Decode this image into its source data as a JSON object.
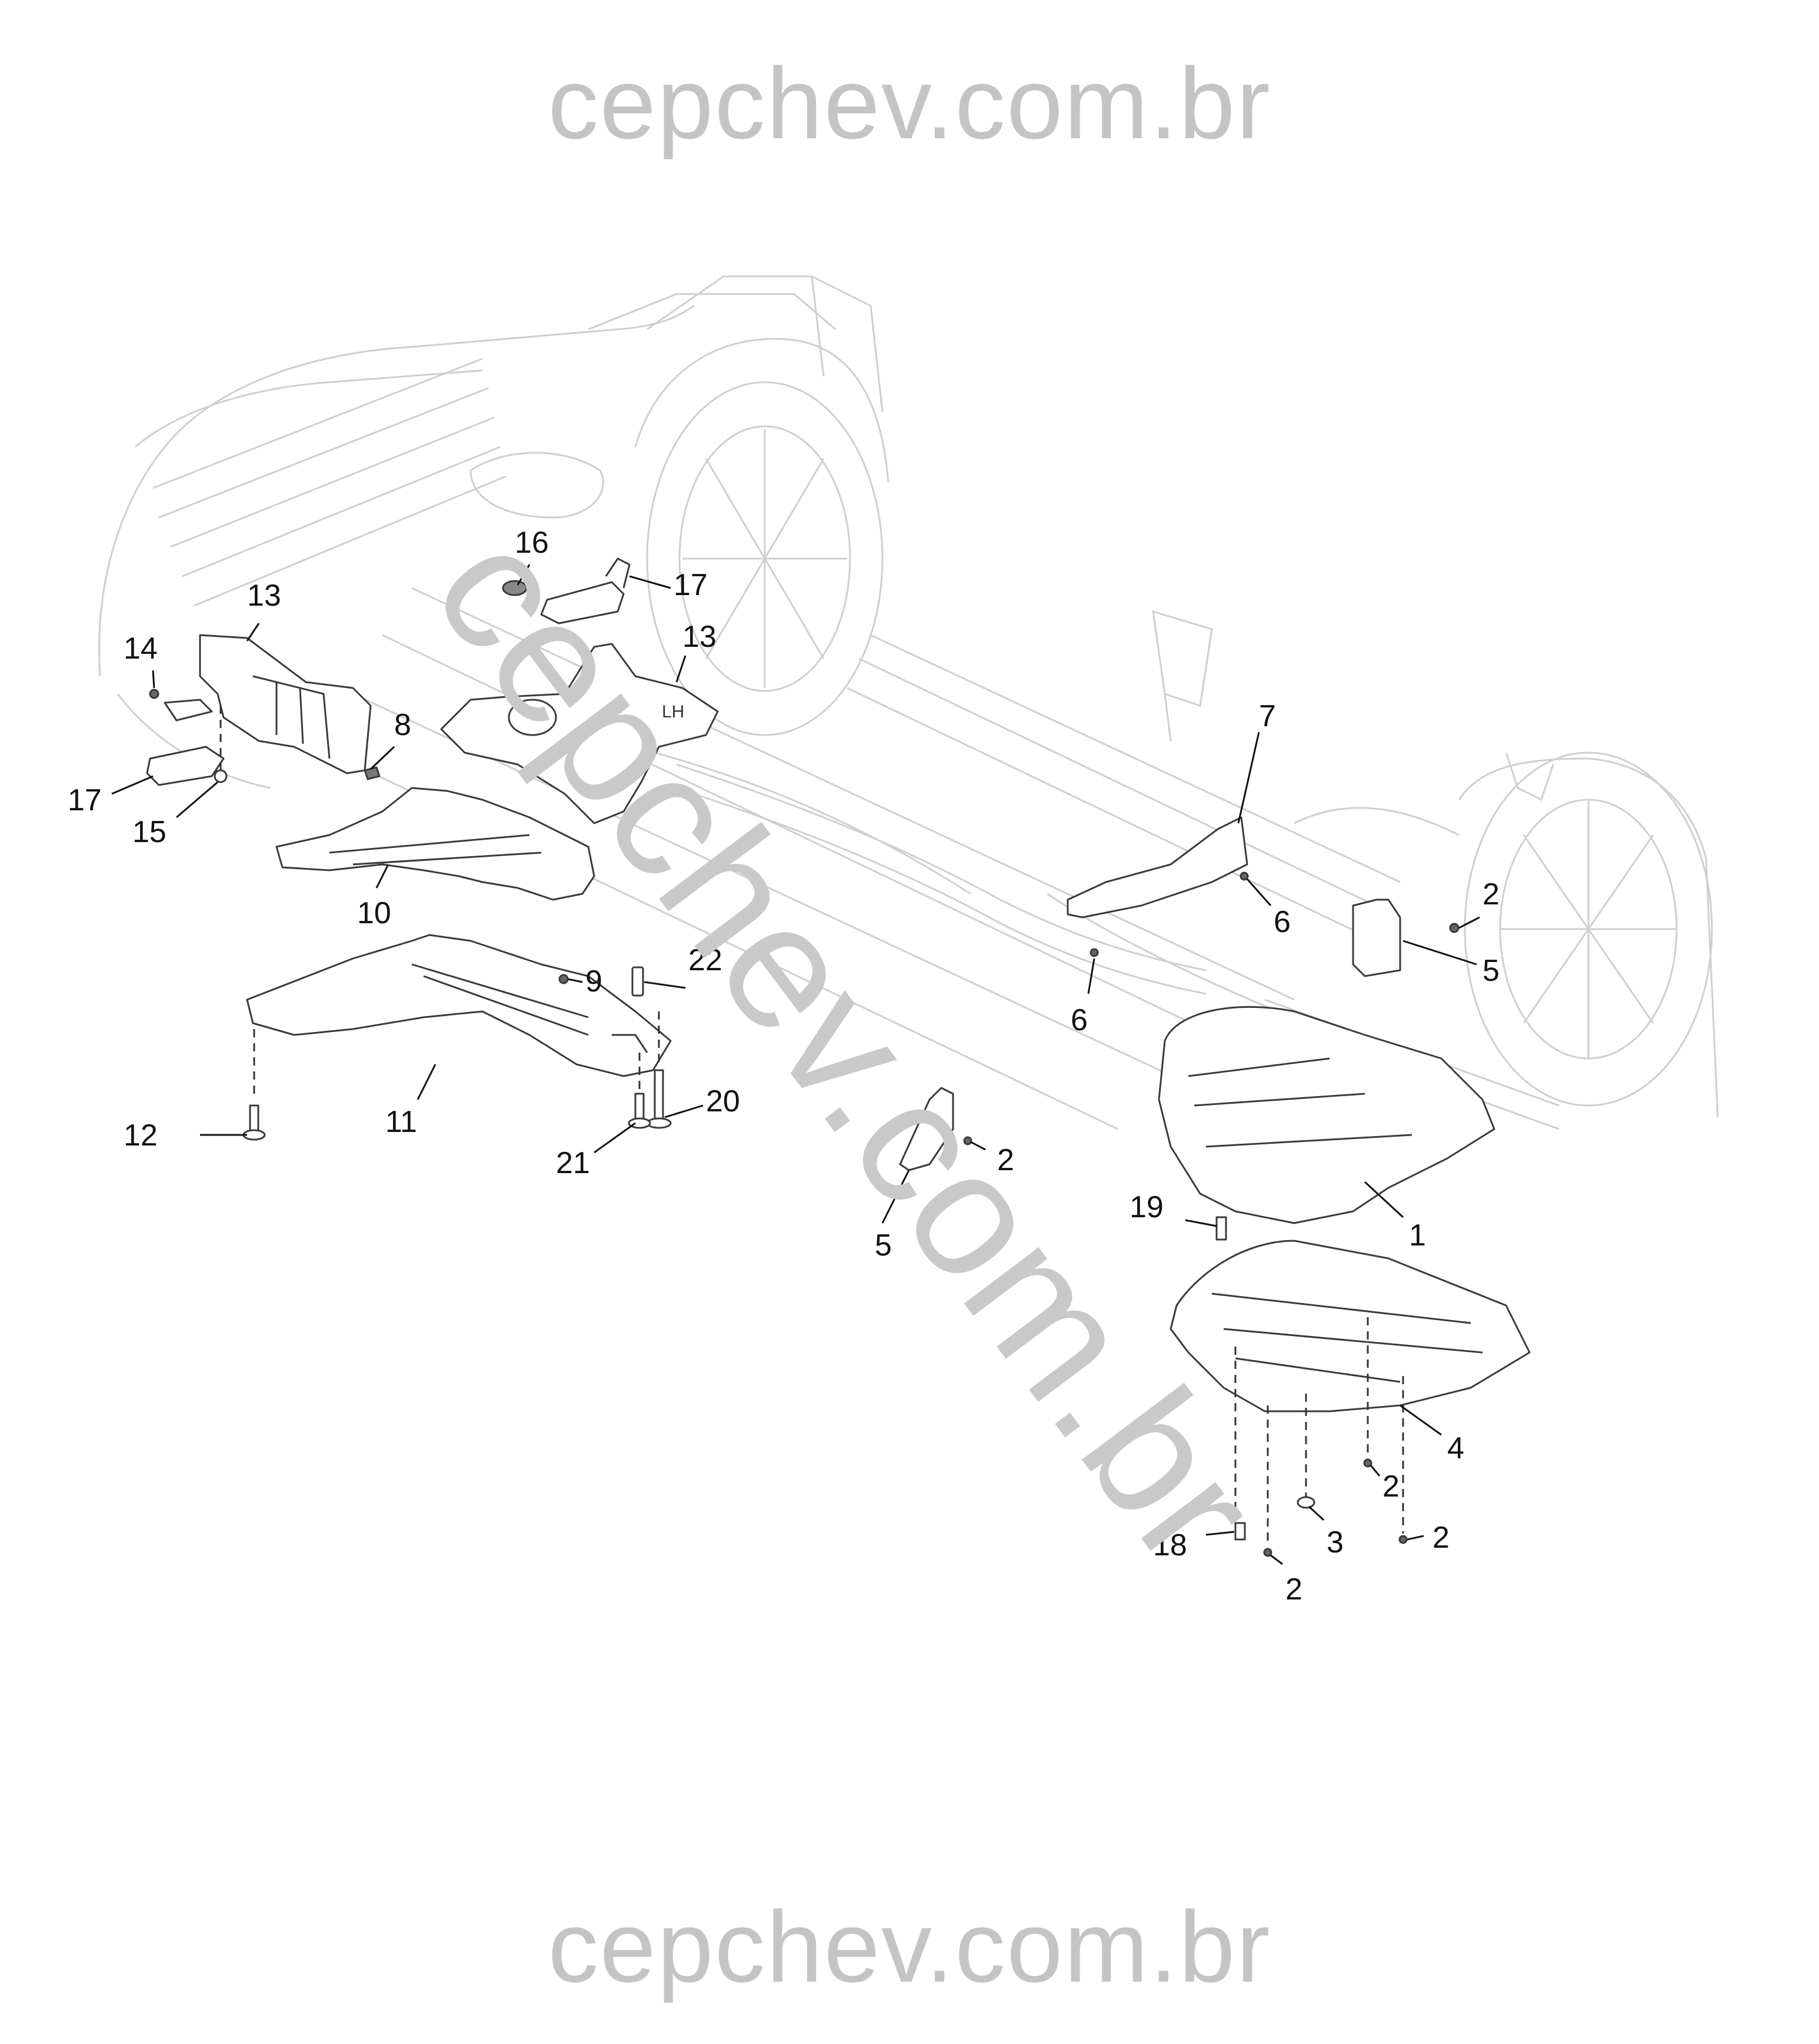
{
  "watermark": {
    "top": "cepchev.com.br",
    "diagonal": "cepchev.com.br",
    "bottom": "cepchev.com.br"
  },
  "part_markings": {
    "lh": "LH"
  },
  "callouts": [
    {
      "id": "c16a",
      "text": "16"
    },
    {
      "id": "c17a",
      "text": "17"
    },
    {
      "id": "c13a",
      "text": "13"
    },
    {
      "id": "c13b",
      "text": "13"
    },
    {
      "id": "c14",
      "text": "14"
    },
    {
      "id": "c8",
      "text": "8"
    },
    {
      "id": "c17b",
      "text": "17"
    },
    {
      "id": "c15",
      "text": "15"
    },
    {
      "id": "c10",
      "text": "10"
    },
    {
      "id": "c9",
      "text": "9"
    },
    {
      "id": "c22",
      "text": "22"
    },
    {
      "id": "c11",
      "text": "11"
    },
    {
      "id": "c12",
      "text": "12"
    },
    {
      "id": "c20",
      "text": "20"
    },
    {
      "id": "c21",
      "text": "21"
    },
    {
      "id": "c7",
      "text": "7"
    },
    {
      "id": "c6a",
      "text": "6"
    },
    {
      "id": "c6b",
      "text": "6"
    },
    {
      "id": "c2a",
      "text": "2"
    },
    {
      "id": "c5a",
      "text": "5"
    },
    {
      "id": "c2b",
      "text": "2"
    },
    {
      "id": "c5b",
      "text": "5"
    },
    {
      "id": "c19",
      "text": "19"
    },
    {
      "id": "c1",
      "text": "1"
    },
    {
      "id": "c4",
      "text": "4"
    },
    {
      "id": "c2c",
      "text": "2"
    },
    {
      "id": "c2d",
      "text": "2"
    },
    {
      "id": "c3",
      "text": "3"
    },
    {
      "id": "c18",
      "text": "18"
    },
    {
      "id": "c2e",
      "text": "2"
    }
  ]
}
